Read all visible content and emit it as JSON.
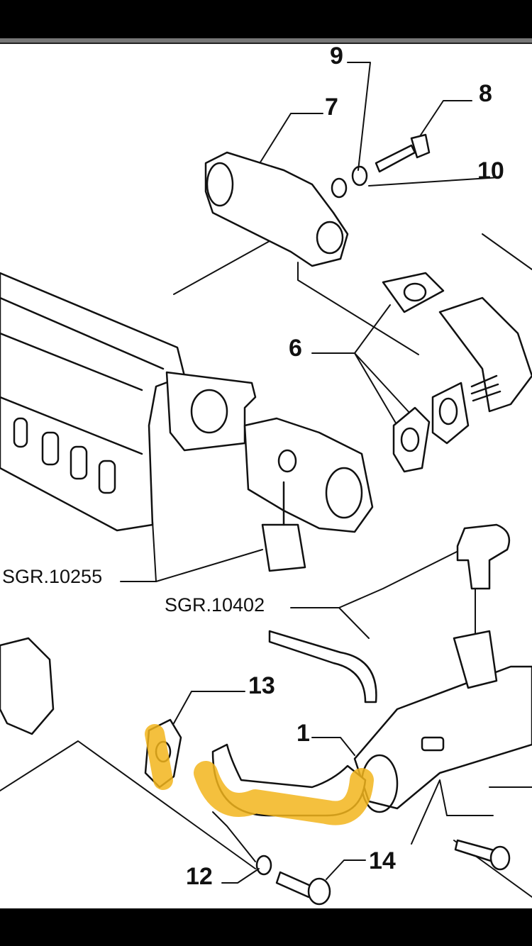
{
  "diagram": {
    "part_labels": {
      "p9": "9",
      "p7": "7",
      "p8": "8",
      "p10": "10",
      "p6": "6",
      "p13": "13",
      "p1": "1",
      "p12": "12",
      "p14": "14"
    },
    "references": {
      "sgr_10255": "SGR.10255",
      "sgr_10402": "SGR.10402"
    },
    "highlight_color": "#f2b51c",
    "line_color": "#111111"
  }
}
